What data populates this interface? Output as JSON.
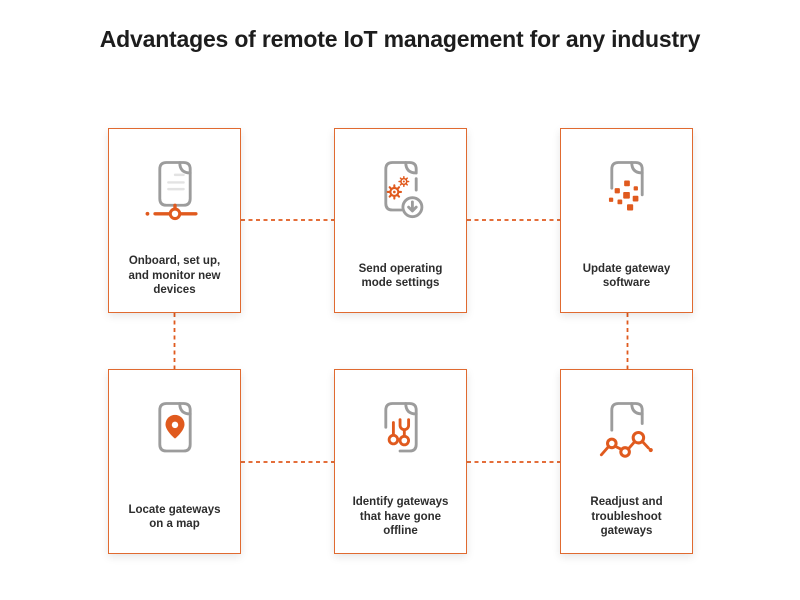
{
  "title": "Advantages of remote IoT management for any industry",
  "colors": {
    "accent": "#E05A1E",
    "card_border": "#E06A30",
    "doc_outline": "#9C9C9C",
    "doc_lines": "#E3E3E3",
    "title_text": "#1D1D1D",
    "label_text": "#2D2D2D",
    "bg": "#FFFFFF"
  },
  "cards": [
    {
      "id": "onboard",
      "icon": "document-network-node-icon",
      "label": [
        "Onboard, set up,",
        "and monitor new",
        "devices"
      ]
    },
    {
      "id": "send-settings",
      "icon": "document-gears-download-icon",
      "label": [
        "Send operating",
        "mode settings"
      ]
    },
    {
      "id": "update-software",
      "icon": "document-pixels-icon",
      "label": [
        "Update gateway",
        "software"
      ]
    },
    {
      "id": "locate",
      "icon": "document-map-pin-icon",
      "label": [
        "Locate gateways",
        "on a map"
      ]
    },
    {
      "id": "identify-offline",
      "icon": "document-tools-icon",
      "label": [
        "Identify gateways",
        "that have gone",
        "offline"
      ]
    },
    {
      "id": "readjust",
      "icon": "document-line-chart-icon",
      "label": [
        "Readjust and",
        "troubleshoot",
        "gateways"
      ]
    }
  ],
  "connectors": [
    {
      "from": "onboard",
      "to": "send-settings",
      "style": "dashed"
    },
    {
      "from": "send-settings",
      "to": "update-software",
      "style": "dashed"
    },
    {
      "from": "onboard",
      "to": "locate",
      "style": "dashed"
    },
    {
      "from": "update-software",
      "to": "readjust",
      "style": "dashed"
    },
    {
      "from": "locate",
      "to": "identify-offline",
      "style": "dashed"
    },
    {
      "from": "identify-offline",
      "to": "readjust",
      "style": "dashed"
    }
  ]
}
